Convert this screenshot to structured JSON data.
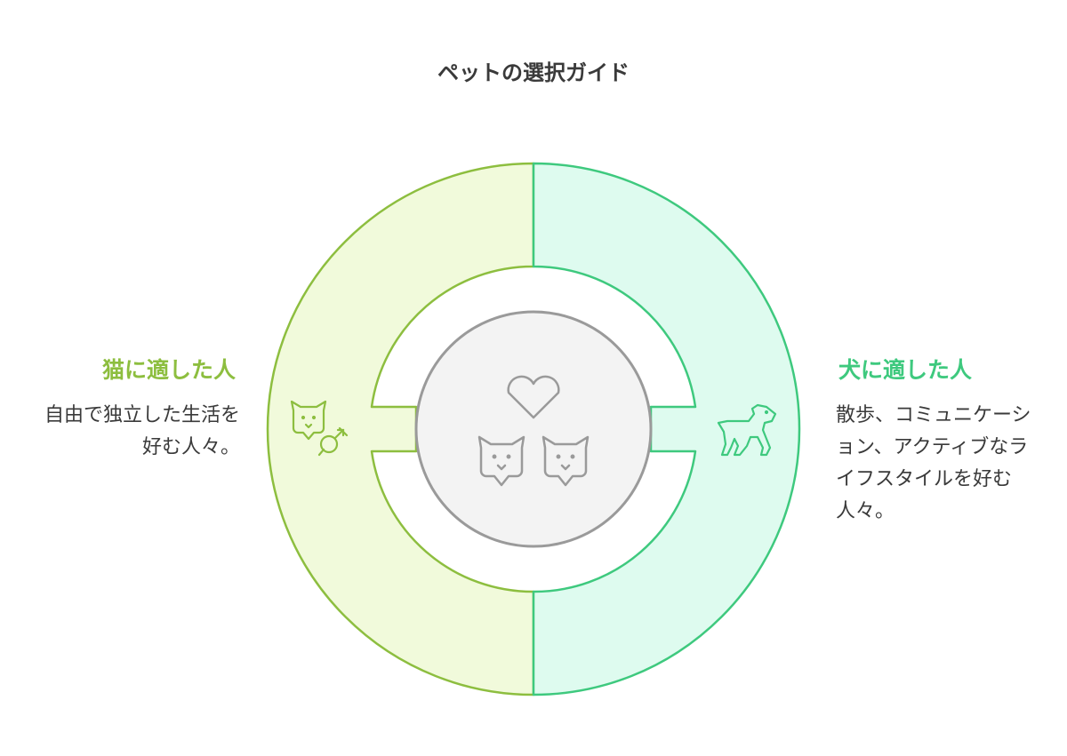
{
  "title": "ペットの選択ガイド",
  "colors": {
    "cat_stroke": "#8dbe3f",
    "cat_fill": "#f1fadb",
    "cat_heading": "#8dbe3f",
    "dog_stroke": "#3ec97e",
    "dog_fill": "#defbef",
    "dog_heading": "#3ec97e",
    "center_fill": "#f3f3f3",
    "center_stroke": "#9a9a9a",
    "icon_gray": "#9a9a9a"
  },
  "cat": {
    "heading": "猫に適した人",
    "description": "自由で独立した生活を好む人々。",
    "icons": [
      "cat-face-icon",
      "female-symbol-icon"
    ]
  },
  "dog": {
    "heading": "犬に適した人",
    "description": "散歩、コミュニケーション、アクティブなライフスタイルを好む人々。",
    "icons": [
      "dog-icon"
    ]
  },
  "center": {
    "icons": [
      "heart-icon",
      "cat-face-icon",
      "cat-face-icon"
    ]
  }
}
